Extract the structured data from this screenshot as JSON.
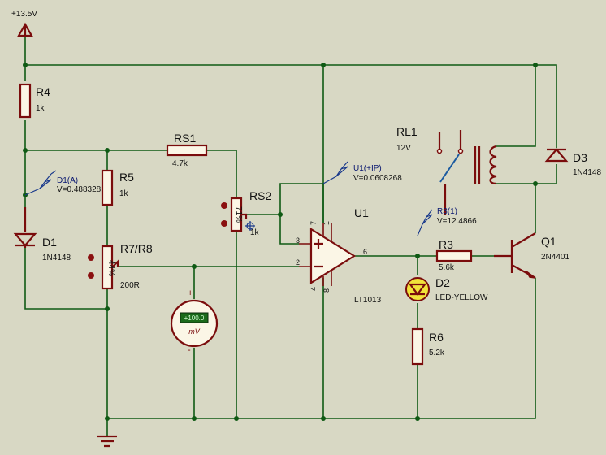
{
  "supply": {
    "label": "+13.5V"
  },
  "components": {
    "r4": {
      "name": "R4",
      "value": "1k"
    },
    "rs1": {
      "name": "RS1",
      "value": "4.7k"
    },
    "r5": {
      "name": "R5",
      "value": "1k"
    },
    "d1": {
      "name": "D1",
      "value": "1N4148"
    },
    "r78": {
      "name": "R7/R8",
      "value": "200R",
      "pot_text": "44%"
    },
    "rs2": {
      "name": "RS2",
      "value": "1k",
      "pot_text": "71%"
    },
    "u1": {
      "name": "U1",
      "value": "LT1013",
      "pins": {
        "p3": "3",
        "p2": "2",
        "p6": "6",
        "p7": "7",
        "p1": "1",
        "p4": "4",
        "p8": "8"
      }
    },
    "rl1": {
      "name": "RL1",
      "value": "12V"
    },
    "d3": {
      "name": "D3",
      "value": "1N4148"
    },
    "q1": {
      "name": "Q1",
      "value": "2N4401"
    },
    "r3": {
      "name": "R3",
      "value": "5.6k"
    },
    "d2": {
      "name": "D2",
      "value": "LED-YELLOW"
    },
    "r6": {
      "name": "R6",
      "value": "5.2k"
    }
  },
  "probes": {
    "d1a": {
      "name": "D1(A)",
      "value": "V=0.488328"
    },
    "u1ip": {
      "name": "U1(+IP)",
      "value": "V=0.0608268"
    },
    "r31": {
      "name": "R3(1)",
      "value": "V=12.4866"
    }
  },
  "meter": {
    "reading": "+100.0",
    "unit": "mV",
    "plus": "+",
    "minus": "-"
  },
  "colors": {
    "background": "#d8d8c4",
    "wire": "#0f5a14",
    "component": "#7a0c0c",
    "probe": "#1a3a8c"
  }
}
